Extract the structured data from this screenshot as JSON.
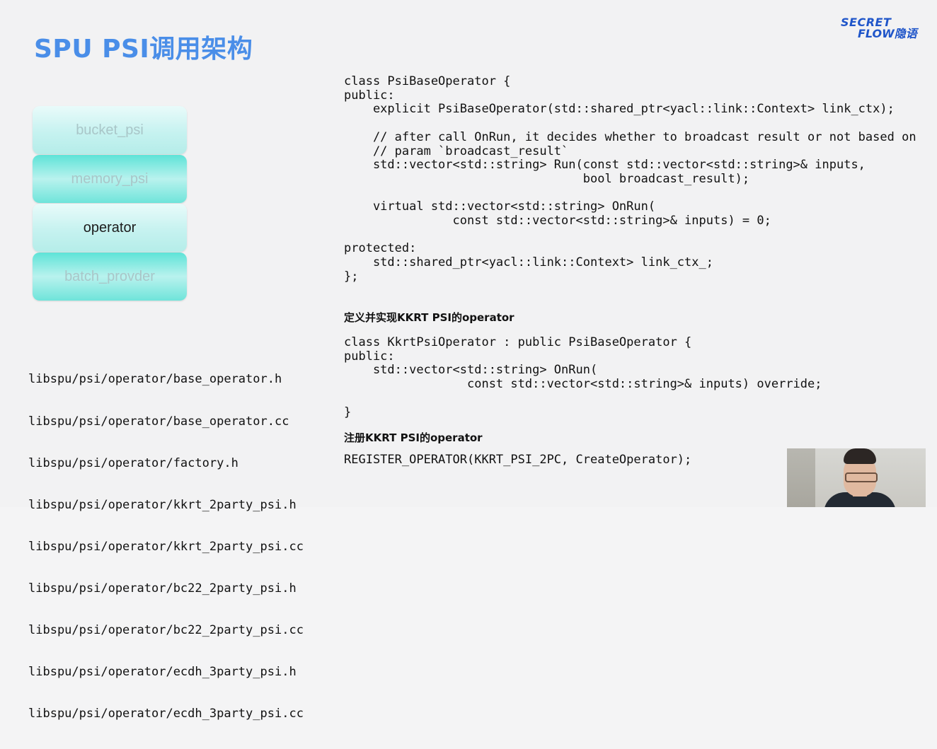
{
  "slide": {
    "title": "SPU PSI调用架构",
    "logo": {
      "line1": "SECRET",
      "line2": "FLOW隐语"
    }
  },
  "stack": [
    {
      "label": "bucket_psi",
      "state": "dimmed"
    },
    {
      "label": "memory_psi",
      "state": "dimmed"
    },
    {
      "label": "operator",
      "state": "active"
    },
    {
      "label": "batch_provder",
      "state": "dimmed"
    }
  ],
  "files": [
    "libspu/psi/operator/base_operator.h",
    "libspu/psi/operator/base_operator.cc",
    "libspu/psi/operator/factory.h",
    "libspu/psi/operator/kkrt_2party_psi.h",
    "libspu/psi/operator/kkrt_2party_psi.cc",
    "libspu/psi/operator/bc22_2party_psi.h",
    "libspu/psi/operator/bc22_2party_psi.cc",
    "libspu/psi/operator/ecdh_3party_psi.h",
    "libspu/psi/operator/ecdh_3party_psi.cc"
  ],
  "code_base": "class PsiBaseOperator {\npublic:\n    explicit PsiBaseOperator(std::shared_ptr<yacl::link::Context> link_ctx);\n\n    // after call OnRun, it decides whether to broadcast result or not based on\n    // param `broadcast_result`\n    std::vector<std::string> Run(const std::vector<std::string>& inputs,\n                                 bool broadcast_result);\n\n    virtual std::vector<std::string> OnRun(\n               const std::vector<std::string>& inputs) = 0;\n\nprotected:\n    std::shared_ptr<yacl::link::Context> link_ctx_;\n};",
  "heading_define": "定义并实现KKRT PSI的operator",
  "code_kkrt": "class KkrtPsiOperator : public PsiBaseOperator {\npublic:\n    std::vector<std::string> OnRun(\n                 const std::vector<std::string>& inputs) override;\n\n}",
  "heading_register": "注册KKRT PSI的operator",
  "code_register": "REGISTER_OPERATOR(KKRT_PSI_2PC, CreateOperator);",
  "colors": {
    "title": "#4a8ee8",
    "logo": "#1f55c9",
    "layer_dim_text": "#a9c6c8",
    "layer_active_text": "#1c1c1c"
  }
}
